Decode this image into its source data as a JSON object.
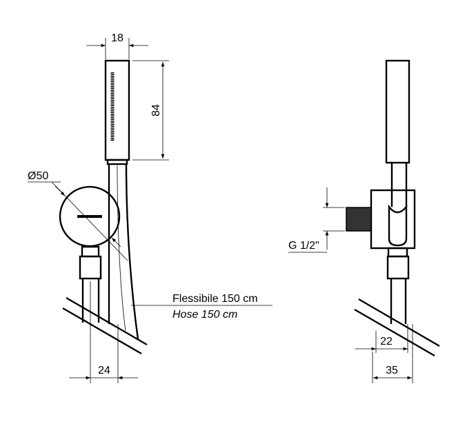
{
  "title": "Hand shower with wall bracket - technical drawing",
  "front_view": {
    "width_dim": "18",
    "height_dim": "84",
    "diameter_dim": "Ø50",
    "hose_label_it": "Flessibile 150 cm",
    "hose_label_en": "Hose 150 cm",
    "offset_dim": "24"
  },
  "side_view": {
    "thread_dim": "G 1/2\"",
    "depth_dim_1": "22",
    "depth_dim_2": "35"
  }
}
